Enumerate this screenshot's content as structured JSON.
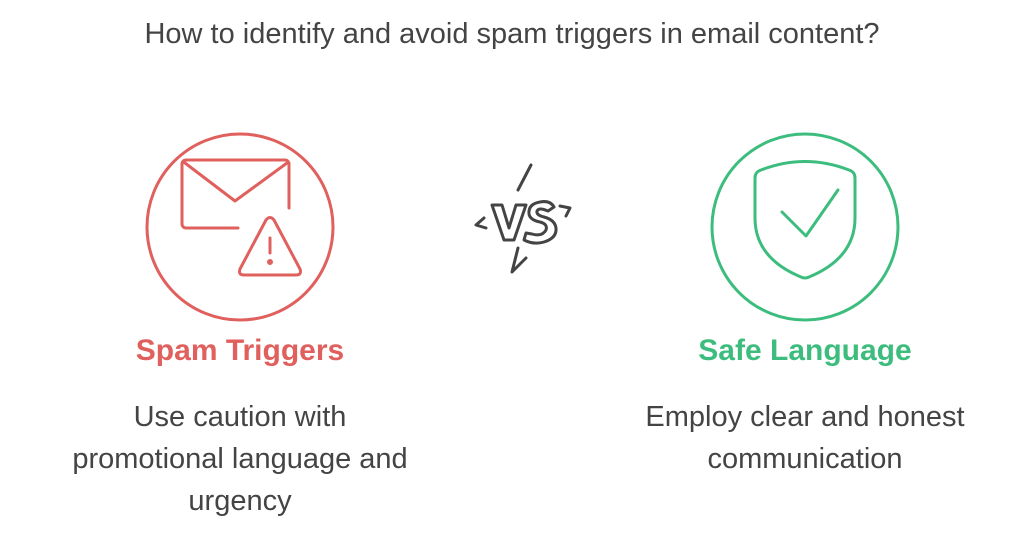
{
  "title": "How to identify and avoid spam triggers in email content?",
  "colors": {
    "left": "#e0605e",
    "right": "#3dbd7d",
    "vs": "#444444",
    "text": "#444444"
  },
  "left": {
    "icon": "envelope-warning-icon",
    "heading": "Spam Triggers",
    "description_lines": [
      "Use caution with",
      "promotional language and",
      "urgency"
    ]
  },
  "vs": {
    "icon": "vs-icon",
    "label": "VS"
  },
  "right": {
    "icon": "shield-check-icon",
    "heading": "Safe Language",
    "description_lines": [
      "Employ clear and honest",
      "communication"
    ]
  }
}
